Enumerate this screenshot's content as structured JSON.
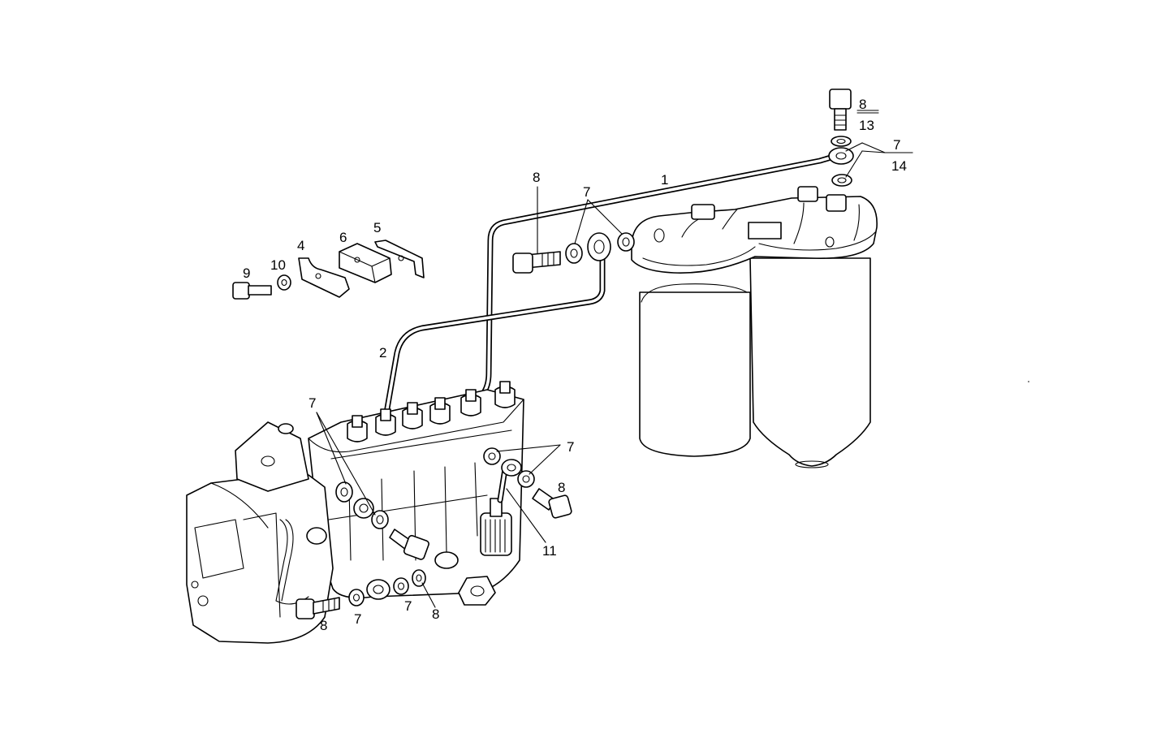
{
  "callouts": {
    "c1": "1",
    "c2": "2",
    "c4": "4",
    "c5": "5",
    "c6": "6",
    "c7_top": "7",
    "c7_right_num": "7",
    "c7_right_den": "14",
    "c8_top": "8",
    "c8_right_num": "8",
    "c8_right_den": "13",
    "c9": "9",
    "c10": "10",
    "c7_left": "7",
    "c7_mid": "7",
    "c8_mid": "8",
    "c11": "11",
    "c8_bottom_left": "8",
    "c7_bottom_a": "7",
    "c7_bottom_b": "7",
    "c8_bottom": "8"
  }
}
